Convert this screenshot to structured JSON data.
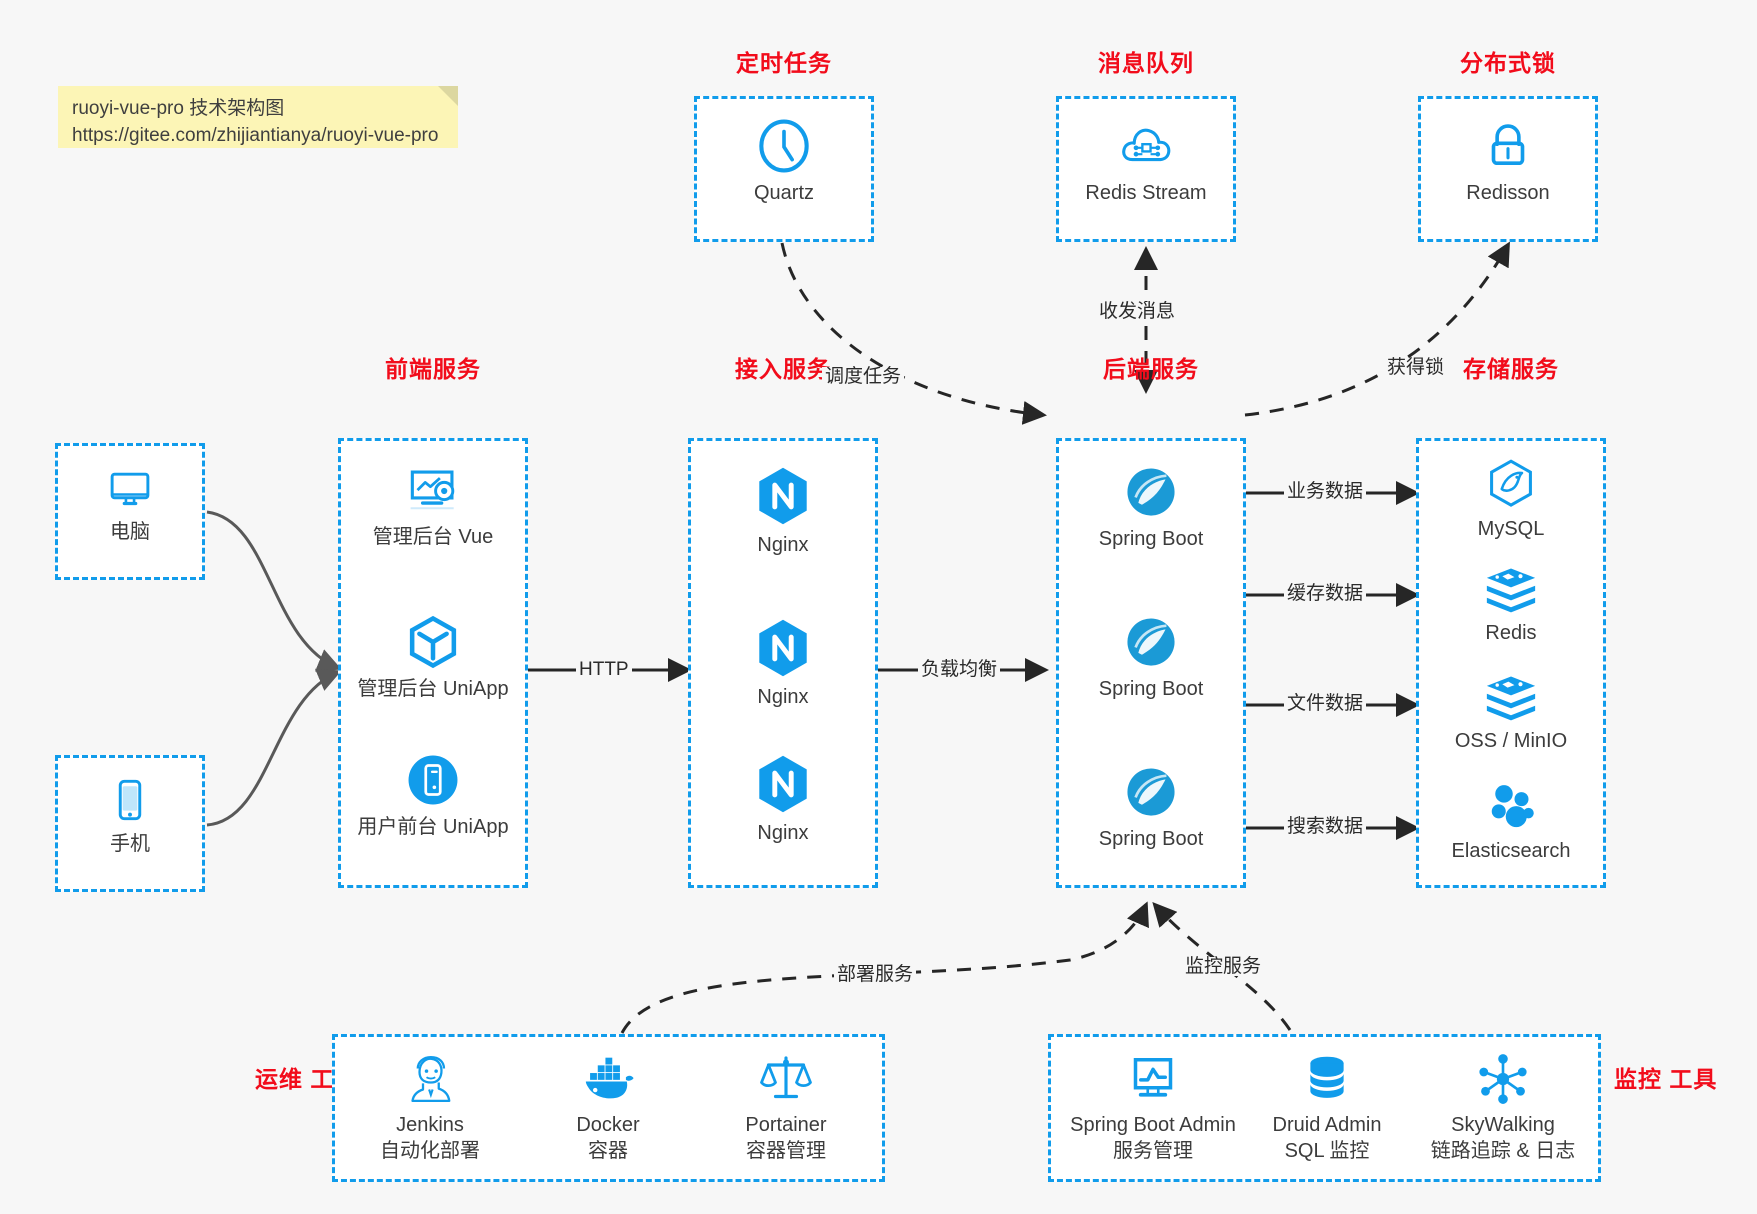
{
  "note": {
    "line1": "ruoyi-vue-pro 技术架构图",
    "line2": "https://gitee.com/zhijiantianya/ruoyi-vue-pro"
  },
  "colors": {
    "accent_blue": "#119ceb",
    "title_red": "#f20c1b",
    "icon_blue": "#1296db",
    "wire_gray": "#595959",
    "note_yellow": "#fcf5b6",
    "background": "#f7f7f7"
  },
  "groups": {
    "scheduled_task": {
      "title": "定时任务",
      "nodes": [
        {
          "label": "Quartz",
          "icon": "clock-icon"
        }
      ]
    },
    "message_queue": {
      "title": "消息队列",
      "nodes": [
        {
          "label": "Redis Stream",
          "icon": "cloud-stream-icon"
        }
      ]
    },
    "distributed_lock": {
      "title": "分布式锁",
      "nodes": [
        {
          "label": "Redisson",
          "icon": "lock-icon"
        }
      ]
    },
    "clients": {
      "nodes": [
        {
          "label": "电脑",
          "icon": "desktop-monitor-icon"
        },
        {
          "label": "手机",
          "icon": "mobile-phone-icon"
        }
      ]
    },
    "frontend": {
      "title": "前端服务",
      "nodes": [
        {
          "label": "管理后台 Vue",
          "icon": "dashboard-screen-icon"
        },
        {
          "label": "管理后台 UniApp",
          "icon": "hexagon-cube-icon"
        },
        {
          "label": "用户前台 UniApp",
          "icon": "phone-app-icon"
        }
      ]
    },
    "gateway": {
      "title": "接入服务",
      "nodes": [
        {
          "label": "Nginx",
          "icon": "nginx-icon"
        },
        {
          "label": "Nginx",
          "icon": "nginx-icon"
        },
        {
          "label": "Nginx",
          "icon": "nginx-icon"
        }
      ]
    },
    "backend": {
      "title": "后端服务",
      "nodes": [
        {
          "label": "Spring Boot",
          "icon": "spring-leaf-icon"
        },
        {
          "label": "Spring Boot",
          "icon": "spring-leaf-icon"
        },
        {
          "label": "Spring Boot",
          "icon": "spring-leaf-icon"
        }
      ]
    },
    "storage": {
      "title": "存储服务",
      "nodes": [
        {
          "label": "MySQL",
          "icon": "mysql-dolphin-icon"
        },
        {
          "label": "Redis",
          "icon": "redis-stack-icon"
        },
        {
          "label": "OSS / MinIO",
          "icon": "redis-stack-icon"
        },
        {
          "label": "Elasticsearch",
          "icon": "elasticsearch-icon"
        }
      ]
    },
    "devops": {
      "title_line1": "运维",
      "title_line2": "工具",
      "nodes": [
        {
          "label": "Jenkins",
          "sublabel": "自动化部署",
          "icon": "jenkins-butler-icon"
        },
        {
          "label": "Docker",
          "sublabel": "容器",
          "icon": "docker-whale-icon"
        },
        {
          "label": "Portainer",
          "sublabel": "容器管理",
          "icon": "scales-balance-icon"
        }
      ]
    },
    "monitoring": {
      "title_line1": "监控",
      "title_line2": "工具",
      "nodes": [
        {
          "label": "Spring Boot Admin",
          "sublabel": "服务管理",
          "icon": "chart-screen-icon"
        },
        {
          "label": "Druid Admin",
          "sublabel": "SQL 监控",
          "icon": "database-cylinder-icon"
        },
        {
          "label": "SkyWalking",
          "sublabel": "链路追踪 & 日志",
          "icon": "node-network-icon"
        }
      ]
    }
  },
  "edges": {
    "http": "HTTP",
    "load_balance": "负载均衡",
    "schedule_task": "调度任务",
    "send_receive_message": "收发消息",
    "acquire_lock": "获得锁",
    "business_data": "业务数据",
    "cache_data": "缓存数据",
    "file_data": "文件数据",
    "search_data": "搜索数据",
    "deploy_service": "部署服务",
    "monitor_service": "监控服务"
  }
}
